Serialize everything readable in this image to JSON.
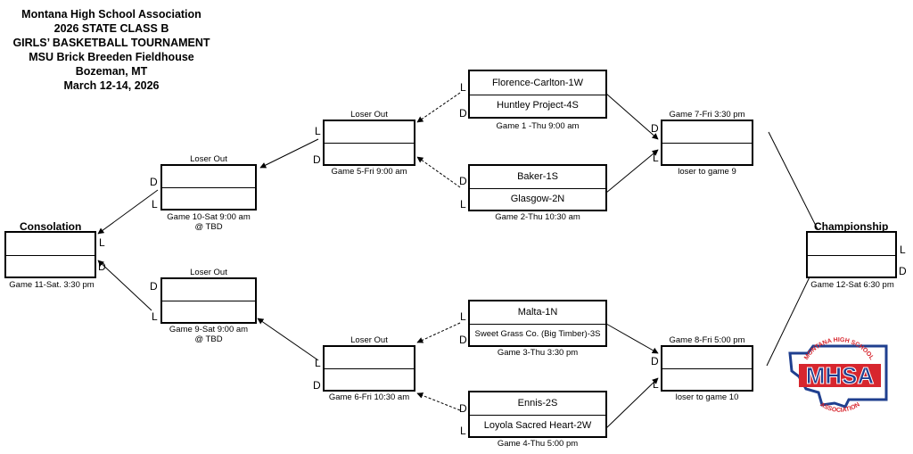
{
  "header": {
    "line1": "Montana High School Association",
    "line2": "2026 STATE CLASS B",
    "line3": "GIRLS’ BASKETBALL TOURNAMENT",
    "line4": "MSU Brick Breeden Fieldhouse",
    "line5": "Bozeman, MT",
    "line6": "March 12-14, 2026"
  },
  "labels": {
    "loser_out": "Loser Out",
    "D": "D",
    "L": "L"
  },
  "games": {
    "g1": {
      "team1": "Florence-Carlton-1W",
      "team2": "Huntley Project-4S",
      "caption": "Game 1 -Thu 9:00 am"
    },
    "g2": {
      "team1": "Baker-1S",
      "team2": "Glasgow-2N",
      "caption": "Game 2-Thu 10:30 am"
    },
    "g3": {
      "team1": "Malta-1N",
      "team2": "Sweet Grass Co. (Big Timber)-3S",
      "caption": "Game 3-Thu 3:30 pm"
    },
    "g4": {
      "team1": "Ennis-2S",
      "team2": "Loyola Sacred Heart-2W",
      "caption": "Game 4-Thu 5:00 pm"
    },
    "g5": {
      "caption": "Game 5-Fri 9:00 am"
    },
    "g6": {
      "caption": "Game 6-Fri 10:30 am"
    },
    "g7": {
      "top_caption": "Game 7-Fri 3:30 pm",
      "caption": "loser to game 9"
    },
    "g8": {
      "top_caption": "Game 8-Fri 5:00 pm",
      "caption": "loser to game 10"
    },
    "g9": {
      "caption1": "Game 9-Sat 9:00 am",
      "caption2": "@ TBD"
    },
    "g10": {
      "caption1": "Game 10-Sat 9:00 am",
      "caption2": "@ TBD"
    },
    "g11": {
      "title": "Consolation",
      "caption": "Game 11-Sat. 3:30 pm"
    },
    "g12": {
      "title": "Championship",
      "caption": "Game 12-Sat 6:30 pm"
    }
  },
  "logo": {
    "text_main": "MHSA",
    "text_top": "MONTANA HIGH SCHOOL",
    "text_bottom": "ASSOCIATION",
    "colors": {
      "red": "#d7262e",
      "blue": "#1f3f8f"
    }
  }
}
